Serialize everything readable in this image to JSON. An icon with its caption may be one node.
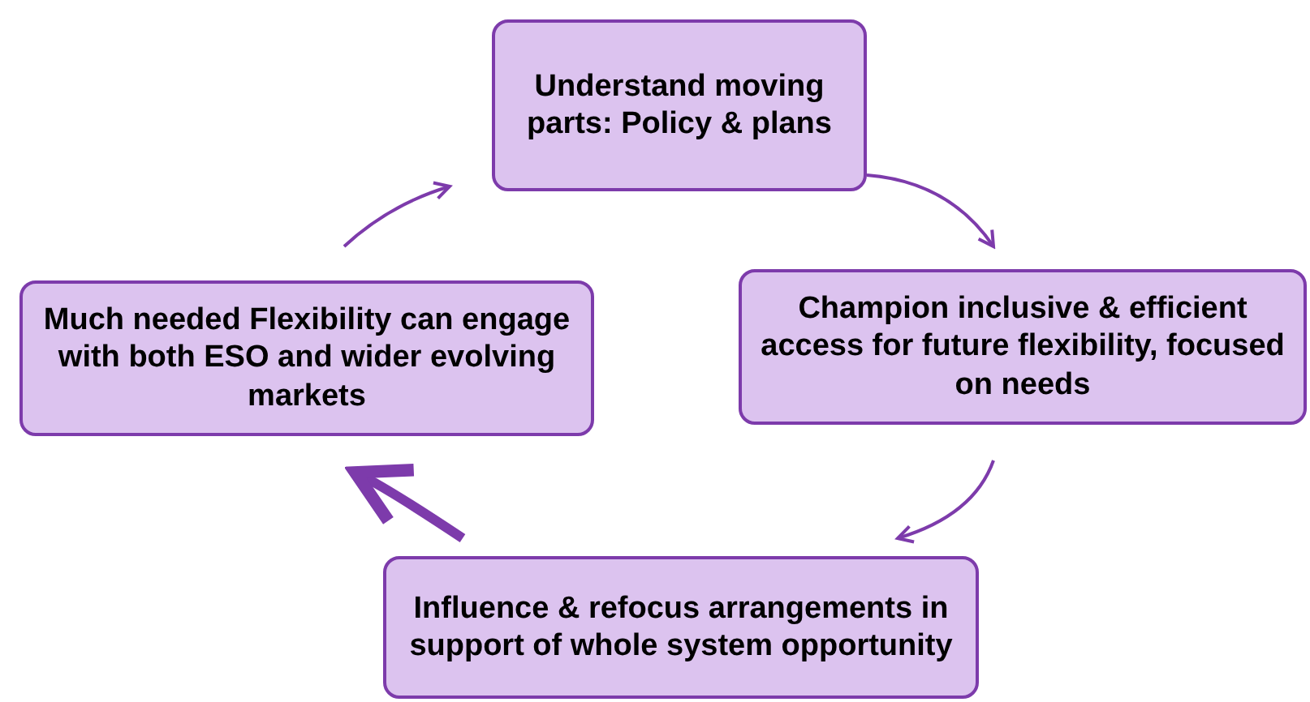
{
  "diagram": {
    "nodes": [
      {
        "text": [
          "Understand moving parts: Policy & plans"
        ]
      },
      {
        "text": [
          "Champion inclusive & efficient access for future flexibility, focused on needs"
        ]
      },
      {
        "text": [
          "Influence & refocus arrangements in support of whole system opportunity"
        ]
      },
      {
        "text": [
          "Much needed Flexibility can engage with both ESO and wider evolving markets"
        ]
      }
    ],
    "edges": [
      {
        "from": 0,
        "to": 1,
        "arrow": "to"
      },
      {
        "from": 1,
        "to": 2,
        "arrow": "to"
      },
      {
        "from": 2,
        "to": 3,
        "arrow": "to",
        "style": "thick"
      },
      {
        "from": 3,
        "to": 0,
        "arrow": "to"
      }
    ]
  }
}
